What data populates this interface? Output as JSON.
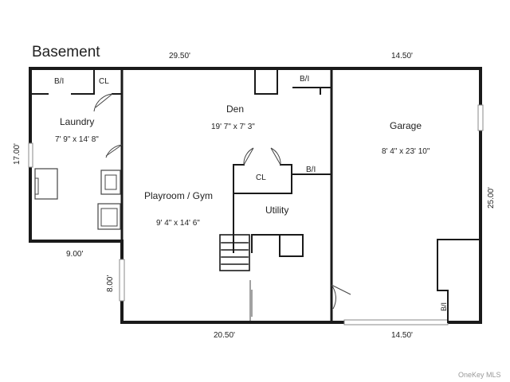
{
  "title": "Basement",
  "watermark": "OneKey MLS",
  "dimensions": {
    "top_left": "29.50'",
    "top_right": "14.50'",
    "left": "17.00'",
    "step_width": "9.00'",
    "step_height": "8.00'",
    "bottom_left": "20.50'",
    "bottom_right": "14.50'",
    "right": "25.00'"
  },
  "rooms": {
    "laundry": {
      "name": "Laundry",
      "size": "7' 9\" x 14' 8\""
    },
    "den": {
      "name": "Den",
      "size": "19' 7\" x 7' 3\""
    },
    "garage": {
      "name": "Garage",
      "size": "8' 4\" x 23' 10\""
    },
    "playroom": {
      "name": "Playroom / Gym",
      "size": "9' 4\" x 14' 6\""
    },
    "utility": {
      "name": "Utility"
    }
  },
  "fixtures": {
    "bi_laundry": "B/I",
    "cl_laundry": "CL",
    "bi_den": "B/I",
    "cl_center": "CL",
    "bi_center": "B/I",
    "bi_garage": "B/I"
  },
  "colors": {
    "wall": "#1a1a1a",
    "text": "#222222",
    "watermark": "#999999"
  }
}
